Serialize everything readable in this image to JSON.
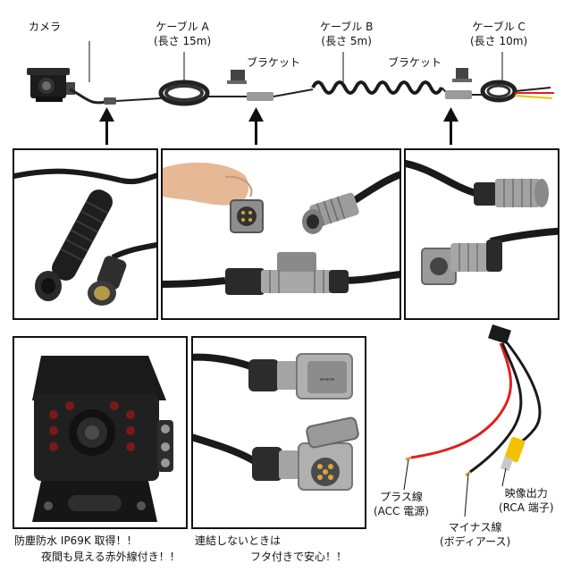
{
  "top_labels": {
    "camera": "カメラ",
    "cable_a": "ケーブル A",
    "cable_a_len": "(長さ 15m)",
    "bracket_1": "ブラケット",
    "cable_b": "ケーブル B",
    "cable_b_len": "(長さ 5m)",
    "bracket_2": "ブラケット",
    "cable_c": "ケーブル C",
    "cable_c_len": "(長さ 10m)"
  },
  "captions": {
    "camera_line1": "防塵防水 IP69K 取得！！",
    "camera_line2": "夜間も見える赤外線付き！！",
    "cap_line1": "連結しないときは",
    "cap_line2": "フタ付きで安心！！"
  },
  "wire_labels": {
    "plus": "プラス線",
    "plus_sub": "(ACC 電源)",
    "minus": "マイナス線",
    "minus_sub": "(ボディアース)",
    "video": "映像出力",
    "video_sub": "(RCA 端子)"
  },
  "colors": {
    "plus_wire": "#e0201f",
    "minus_wire": "#1a1a1a",
    "rca_plug": "#f2c200",
    "wire_tip": "#d8a24a"
  }
}
